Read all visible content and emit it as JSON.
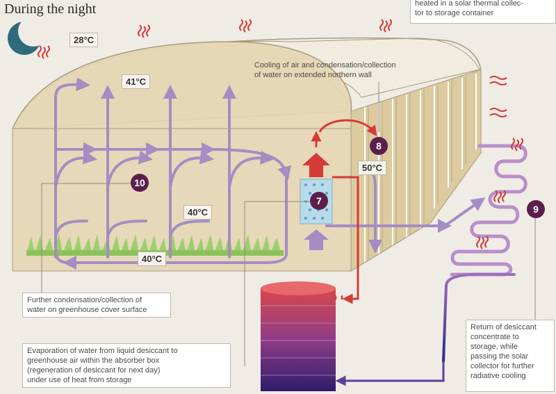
{
  "title": "During the night",
  "labels": {
    "top_right_note": "heated in a solar thermal collec-\ntor to storage container",
    "cooling_note": "Cooling of air and condensation/collection\nof water on extended northern wall",
    "condensation_note": "Further condensation/collection of\nwater on greenhouse cover surface",
    "evaporation_note": "Evaporation of water from liquid desiccant to\ngreenhouse air within the absorber box\n(regeneration of desiccant for next day)\nunder use of heat from storage",
    "return_note": "Return of desiccant\nconcentrate to\nstorage, while\npassing the solar\ncollector for further\nradiative cooling"
  },
  "temperatures": {
    "outside": "28°C",
    "upper": "41°C",
    "northern_wall": "50°C",
    "middle": "40°C",
    "bottom": "40°C"
  },
  "badges": {
    "b7": "7",
    "b8": "8",
    "b9": "9",
    "b10": "10"
  },
  "icons": [
    "moon-icon",
    "heat-wave-icon",
    "wind-icon",
    "water-drops-icon"
  ],
  "colors": {
    "background": "#efece6",
    "greenhouse_fill": "#e4d6b3",
    "air_flow": "#a58cc3",
    "heat_flow": "#d63a35",
    "badge": "#5a1f4c",
    "coil": "#b78fc9",
    "tank_top": "#d8474c",
    "tank_bottom": "#2d1c6b"
  }
}
